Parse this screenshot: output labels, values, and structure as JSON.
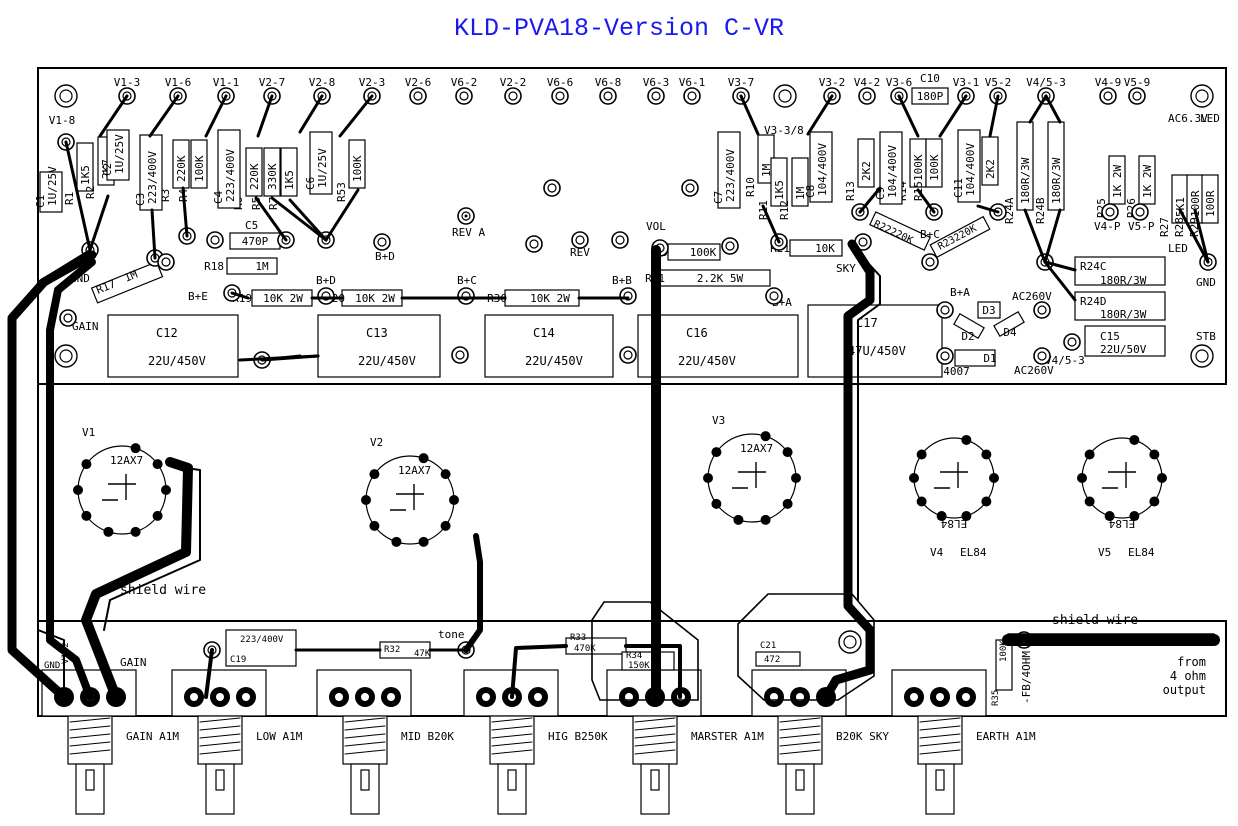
{
  "title": "KLD-PVA18-Version C-VR",
  "top_pins": [
    "V1-3",
    "V1-6",
    "V1-1",
    "V2-7",
    "V2-8",
    "V2-3",
    "V2-6",
    "V6-2",
    "V2-2",
    "V6-6",
    "V6-8",
    "V6-3",
    "V6-1",
    "V3-7",
    "V3-2",
    "V4-2",
    "V3-6",
    "V3-1",
    "V5-2",
    "V4/5-3",
    "V4-9",
    "V5-9"
  ],
  "board_labels": {
    "v1_8": "V1-8",
    "gnd_left": "GND",
    "gain_left": "GAIN",
    "reva": "REV A",
    "rev": "REV",
    "vol": "VOL",
    "bd": "B+D",
    "be": "B+E",
    "bd2": "B+D",
    "bc": "B+C",
    "bb": "B+B",
    "ba": "B+A",
    "bc2": "B+C",
    "ba2": "B+A",
    "sky": "SKY",
    "led1": "LED",
    "led2": "LED",
    "gnd_right": "GND",
    "stb": "STB",
    "ac1": "AC260V",
    "ac2": "AC260V",
    "v453": "V4/5-3",
    "v33_8": "V3-3/8",
    "v4p": "V4-P",
    "v5p": "V5-P",
    "ac63": "AC6.3V"
  },
  "resistors_v": [
    {
      "ref": "R1",
      "val": "1K5"
    },
    {
      "ref": "R2",
      "val": "2K7"
    },
    {
      "ref": "R3",
      "val": "220K"
    },
    {
      "ref": "R4",
      "val": "100K"
    },
    {
      "ref": "R6",
      "val": "220K"
    },
    {
      "ref": "R5",
      "val": "330K"
    },
    {
      "ref": "R7",
      "val": "1K5"
    },
    {
      "ref": "R53",
      "val": "100K"
    },
    {
      "ref": "R10",
      "val": "1M"
    },
    {
      "ref": "R11",
      "val": "1K5"
    },
    {
      "ref": "R12",
      "val": "1M"
    },
    {
      "ref": "R13",
      "val": "2K2"
    },
    {
      "ref": "R14",
      "val": "100K"
    },
    {
      "ref": "R15",
      "val": "100K"
    },
    {
      "ref": "R16",
      "val": "2K2"
    },
    {
      "ref": "R24A",
      "val": "180R/3W"
    },
    {
      "ref": "R24B",
      "val": "180R/3W"
    },
    {
      "ref": "R25",
      "val": "1K 2W"
    },
    {
      "ref": "R26",
      "val": "1K 2W"
    },
    {
      "ref": "R27",
      "val": "5K1"
    },
    {
      "ref": "R28",
      "val": "100R"
    },
    {
      "ref": "R29",
      "val": "100R"
    }
  ],
  "caps_v": [
    {
      "ref": "C1",
      "val": "1U/25V"
    },
    {
      "ref": "C2",
      "val": "1U/25V"
    },
    {
      "ref": "C3",
      "val": "223/400V"
    },
    {
      "ref": "C4",
      "val": "223/400V"
    },
    {
      "ref": "C6",
      "val": "1U/25V"
    },
    {
      "ref": "C7",
      "val": "223/400V"
    },
    {
      "ref": "C8",
      "val": "104/400V"
    },
    {
      "ref": "C9",
      "val": "104/400V"
    },
    {
      "ref": "C11",
      "val": "104/400V"
    }
  ],
  "parts_h": {
    "c5": "C5",
    "c5v": "470P",
    "r18": "R18",
    "r18v": "1M",
    "r17": "R17",
    "r17v": "1M",
    "r19": "R19",
    "r19v": "10K 2W",
    "r20": "R20",
    "r20v": "10K 2W",
    "r30": "R30",
    "r30v": "10K 2W",
    "r31": "R31",
    "r31v": "2.2K 5W",
    "r9": "R9",
    "r9v": "100K",
    "r21": "R21",
    "r21v": "10K",
    "r22": "R22",
    "r22v": "220K",
    "r23": "R23",
    "r23v": "220K",
    "c10": "C10",
    "c10v": "180P",
    "r24c": "R24C",
    "r24cv": "180R/3W",
    "r24d": "R24D",
    "r24dv": "180R/3W",
    "d3": "D3",
    "d2": "D2",
    "d4": "D4",
    "d1": "D1",
    "d1v": "1N4007",
    "c15": "C15",
    "c15v": "22U/50V"
  },
  "filter_caps": [
    {
      "ref": "C12",
      "val": "22U/450V"
    },
    {
      "ref": "C13",
      "val": "22U/450V"
    },
    {
      "ref": "C14",
      "val": "22U/450V"
    },
    {
      "ref": "C16",
      "val": "22U/450V"
    },
    {
      "ref": "C17",
      "val": "47U/450V"
    }
  ],
  "tubes": [
    {
      "ref": "V1",
      "type": "12AX7"
    },
    {
      "ref": "V2",
      "type": "12AX7"
    },
    {
      "ref": "V3",
      "type": "12AX7"
    },
    {
      "ref": "V4",
      "type": "EL84"
    },
    {
      "ref": "V5",
      "type": "EL84"
    }
  ],
  "shield1": "shield wire",
  "shield2": "shield wire",
  "from_out": [
    "from",
    "4 ohm",
    "output"
  ],
  "lower": {
    "gnd": "GND",
    "v12": "V1-2",
    "gain": "GAIN",
    "c19v": "223/400V",
    "c19": "C19",
    "r32": "R32",
    "r32v": "47K",
    "tone": "tone",
    "r33": "R33",
    "r33v": "470K",
    "r34": "R34",
    "r34v": "150K",
    "c21": "C21",
    "c21v": "472",
    "r35": "R35",
    "r35v": "100K",
    "fb": "-FB/4OHM"
  },
  "pots": [
    "GAIN A1M",
    "LOW A1M",
    "MID B20K",
    "HIG B250K",
    "MARSTER A1M",
    "B20K SKY",
    "EARTH A1M"
  ]
}
